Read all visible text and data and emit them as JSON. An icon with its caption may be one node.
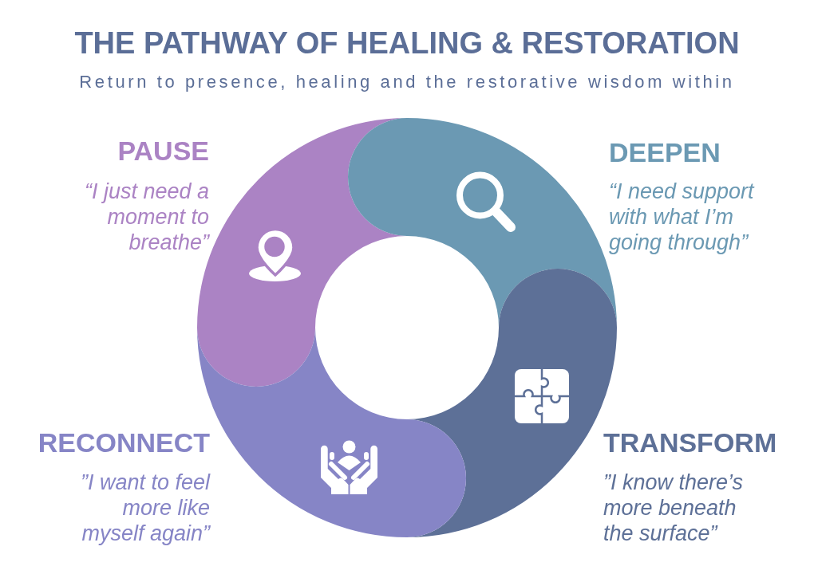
{
  "diagram": {
    "title": "THE PATHWAY OF HEALING & RESTORATION",
    "nodes": [
      {
        "text": [],
        "shape": "segment",
        "beside": [
          "PAUSE",
          "“I just need a moment to breathe”"
        ]
      },
      {
        "text": [],
        "shape": "segment",
        "beside": [
          "DEEPEN",
          "“I need support with what I’m going through”"
        ]
      },
      {
        "text": [],
        "shape": "segment",
        "beside": [
          "TRANSFORM",
          "”I know there’s more beneath the surface”"
        ]
      },
      {
        "text": [],
        "shape": "segment",
        "beside": [
          "RECONNECT",
          "”I want to feel more like myself again”"
        ]
      }
    ],
    "labels": [
      "Return to presence, healing and the restorative wisdom within"
    ]
  }
}
